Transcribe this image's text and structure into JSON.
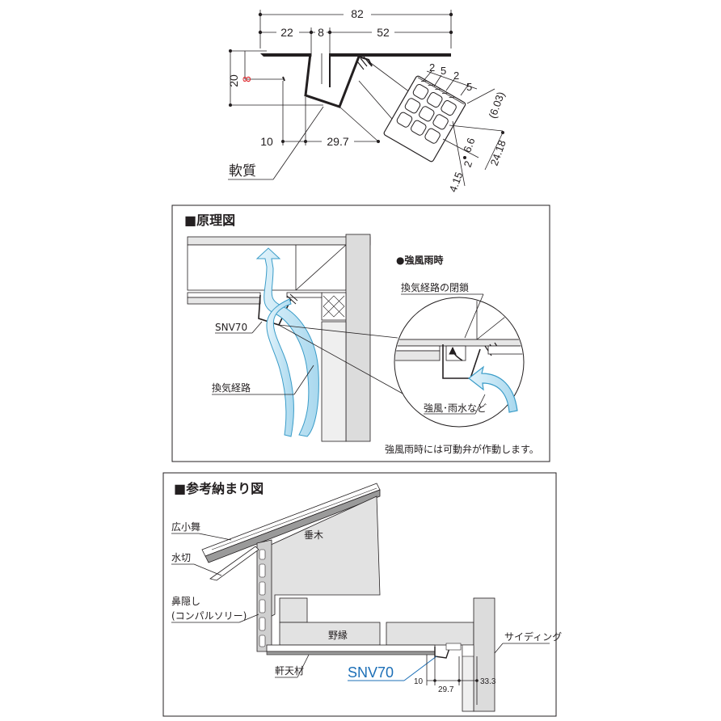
{
  "section1": {
    "dims": {
      "total": "82",
      "left": "22",
      "mid": "8",
      "right": "52",
      "height": "20",
      "height_red": "8",
      "bottom_left": "10",
      "bottom_right": "29.7",
      "vent_a": "2",
      "vent_b": "5",
      "vent_c": "2",
      "vent_d": "5",
      "vent_paren": "(6.03)",
      "vent_e": "6.6",
      "vent_f": "2",
      "vent_g": "4.15",
      "vent_h": "24.18"
    },
    "soft_label": "軟質",
    "colors": {
      "red_dim": "#e0262b"
    }
  },
  "section2": {
    "title": "■原理図",
    "product_label": "SNV70",
    "path_label": "換気経路",
    "storm_heading": "●強風雨時",
    "closure_label": "換気経路の閉鎖",
    "wind_label": "強風･雨水など",
    "caption": "強風雨時には可動弁が作動します。",
    "colors": {
      "airflow": "#bfe3f3",
      "airflow_stroke": "#3a9cc8",
      "wall": "#dcdcdc"
    }
  },
  "section3": {
    "title": "■参考納まり図",
    "label_hirokomai": "広小舞",
    "label_mizukiri": "水切",
    "label_hanakakushi": "鼻隠し",
    "label_hanakakushi_sub": "(コンパルソリー)",
    "label_taruki": "垂木",
    "label_nobuchi": "野縁",
    "label_nokitenzai": "軒天材",
    "label_siding": "サイディング",
    "product_label": "SNV70",
    "dim_a": "10",
    "dim_b": "29.7",
    "dim_c": "33.3",
    "colors": {
      "product_blue": "#1c6fb7"
    }
  }
}
